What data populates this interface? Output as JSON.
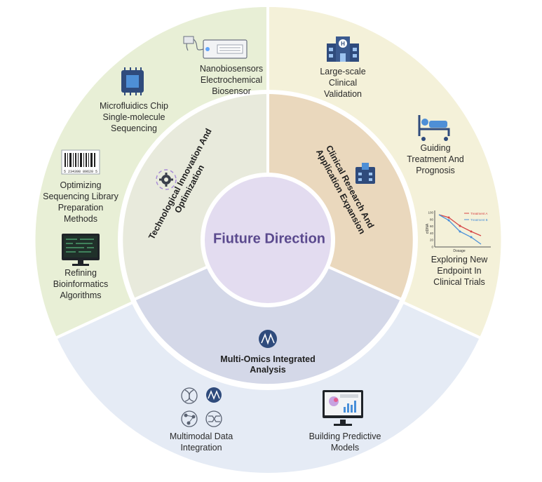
{
  "center": {
    "title": "Fiuture Direction"
  },
  "inner_sections": {
    "tech": "Technological Innovation And\nOptimization",
    "clinical": "Clinical Research And\nApplication Expansion",
    "omics": "Multi-Omics Integrated\nAnalysis"
  },
  "outer_items": {
    "nanobiosensors": "Nanobiosensors\nElectrochemical\nBiosensor",
    "microfluidics": "Microfluidics Chip\nSingle-molecule\nSequencing",
    "library": "Optimizing\nSequencing Library\nPreparation\nMethods",
    "bioinformatics": "Refining\nBioinformatics\nAlgorithms",
    "validation": "Large-scale\nClinical\nValidation",
    "treatment": "Guiding\nTreatment And\nPrognosis",
    "endpoint": "Exploring New\nEndpoint In\nClinical Trials",
    "multimodal": "Multimodal Data\nIntegration",
    "predictive": "Building Predictive\nModels"
  },
  "mini_chart": {
    "ylabel": "ctDNA",
    "xlabel": "Dosage",
    "yticks": [
      "100",
      "80",
      "60",
      "40",
      "20",
      "0"
    ],
    "legend": [
      "Treatment A",
      "Treatment B"
    ]
  },
  "barcode_text": "5 234398 89620 5",
  "colors": {
    "tech": "#e8eadc",
    "clinical": "#ead8bd",
    "omics": "#d4d8e8",
    "center": "#e3dcf0",
    "outer_tech": "#e8efd6",
    "outer_clinical": "#f4f1d9",
    "outer_omics": "#e5ebf5",
    "title": "#5b4a8e"
  }
}
